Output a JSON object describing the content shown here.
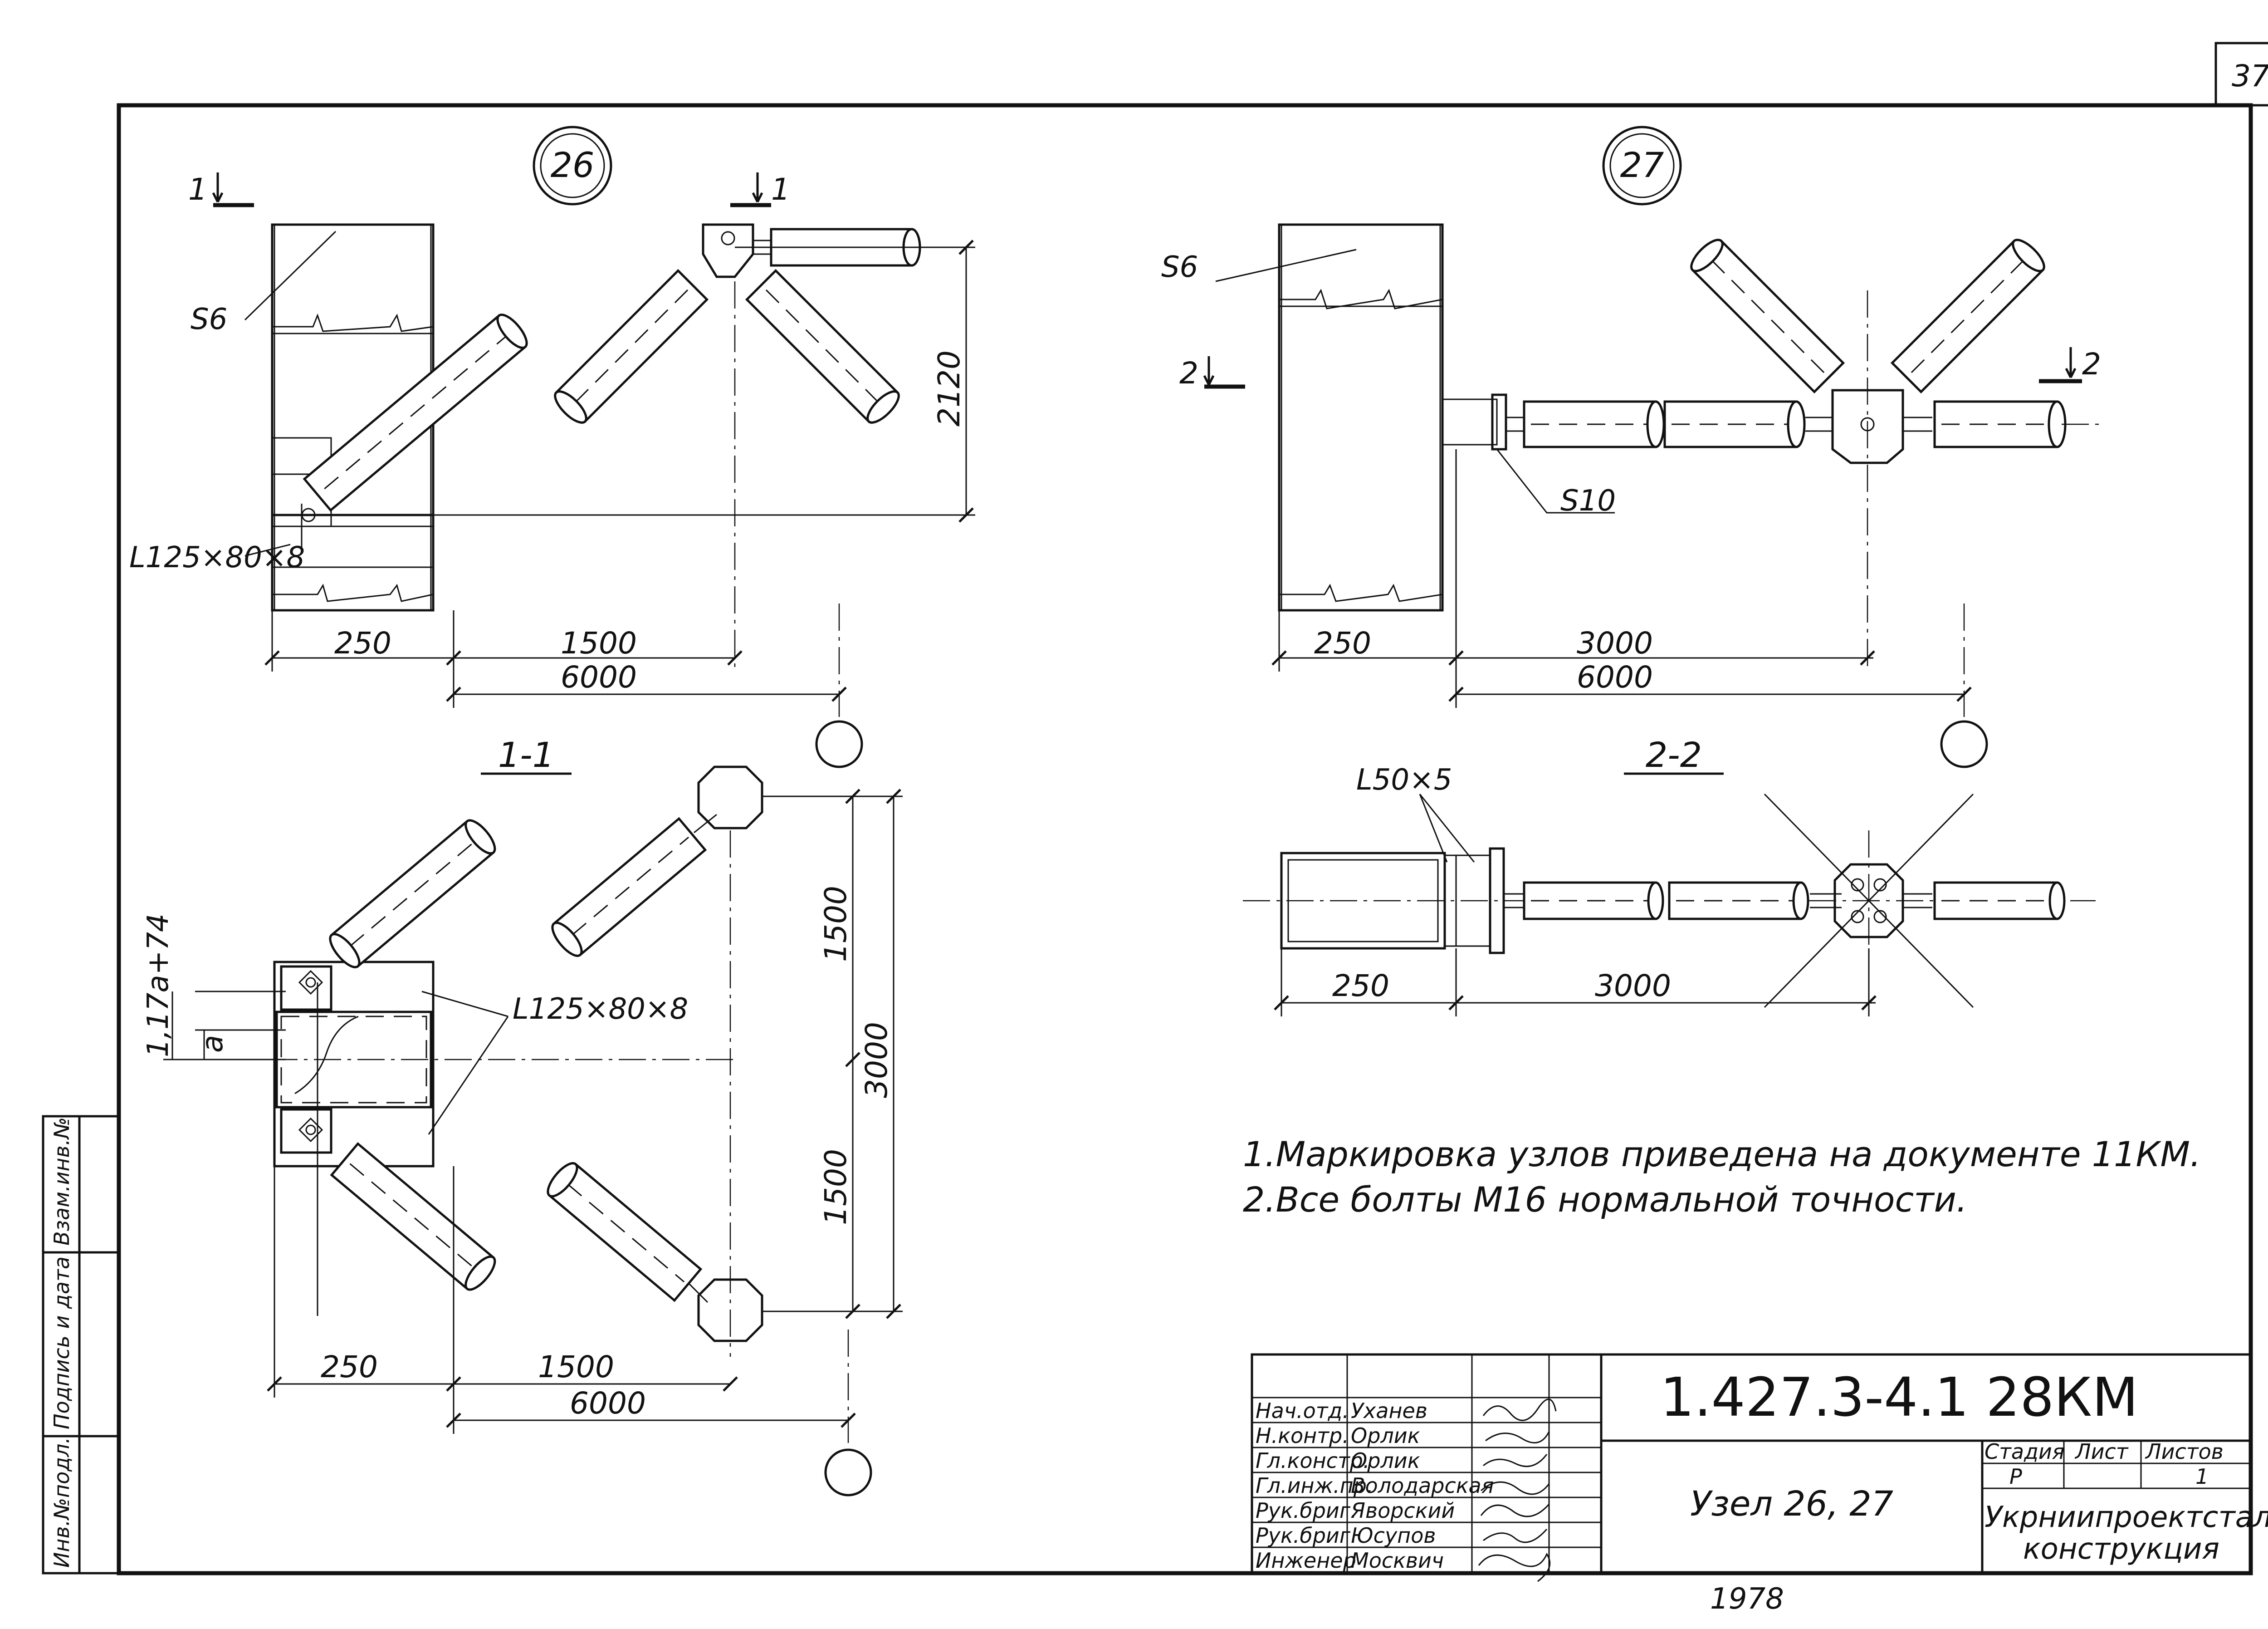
{
  "sheet": {
    "number": "37"
  },
  "nodes": {
    "n26": {
      "id": "26",
      "section_mark": "1",
      "plate": "S6",
      "angle": "L125×80×8",
      "dims": {
        "height": "2120",
        "flange": "250",
        "offset": "1500",
        "span": "6000"
      }
    },
    "n27": {
      "id": "27",
      "section_mark": "2",
      "plate_top": "S6",
      "plate_end": "S10",
      "dims": {
        "flange": "250",
        "offset": "3000",
        "span": "6000"
      }
    }
  },
  "sections": {
    "s11": {
      "title": "1-1",
      "angle": "L125×80×8",
      "dims": {
        "side_a": "a",
        "side_b": "1,17a+74",
        "half_top": "1500",
        "total": "3000",
        "half_bottom": "1500",
        "flange": "250",
        "offset": "1500",
        "span": "6000"
      }
    },
    "s22": {
      "title": "2-2",
      "angle": "L50×5",
      "dims": {
        "flange": "250",
        "offset": "3000"
      }
    }
  },
  "notes": [
    "1.Маркировка узлов приведена на документе 11КМ.",
    "2.Все болты М16 нормальной точности."
  ],
  "title_block": {
    "code": "1.427.3-4.1   28КМ",
    "title": "Узел 26, 27",
    "org_line1": "Укрниипроектсталь-",
    "org_line2": "конструкция",
    "stage_header": "Стадия",
    "sheet_header": "Лист",
    "sheets_header": "Листов",
    "stage": "Р",
    "sheet": "",
    "sheets": "1",
    "rows": [
      {
        "role": "Нач.отд.",
        "name": "Уханев"
      },
      {
        "role": "Н.контр.",
        "name": "Орлик"
      },
      {
        "role": "Гл.констр.",
        "name": "Орлик"
      },
      {
        "role": "Гл.инж.пр.",
        "name": "Володарская"
      },
      {
        "role": "Рук.бриг.",
        "name": "Яворский"
      },
      {
        "role": "Рук.бриг.",
        "name": "Юсупов"
      },
      {
        "role": "Инженер",
        "name": "Москвич"
      }
    ],
    "bottom_stamp": "1978"
  },
  "side_stamp": {
    "cells": [
      "Инв.№подл.",
      "Подпись и дата",
      "Взам.инв.№"
    ]
  }
}
